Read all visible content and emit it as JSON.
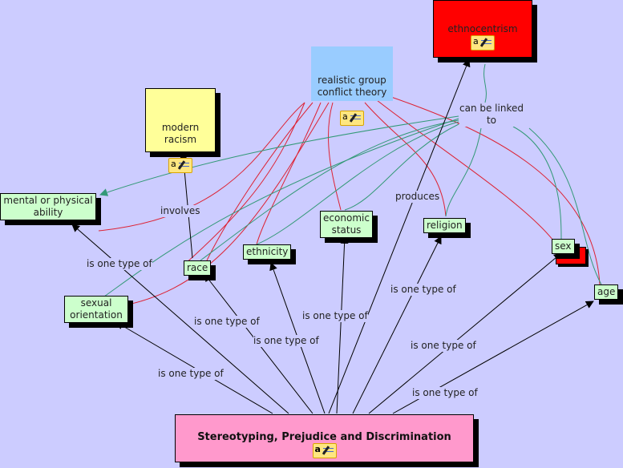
{
  "concept_map": {
    "nodes": {
      "main": "Stereotyping, Prejudice and Discrimination",
      "ethnocentrism": "ethnocentrism",
      "realistic": "realistic group\nconflict theory",
      "modern_racism": "modern\nracism",
      "mental": "mental or physical\nability",
      "race": "race",
      "ethnicity": "ethnicity",
      "economic": "economic\nstatus",
      "religion": "religion",
      "sex": "sex",
      "age": "age",
      "sexual": "sexual\norientation"
    },
    "links": {
      "can_be_linked": "can be linked\nto",
      "involves": "involves",
      "produces": "produces",
      "type": "is one type of"
    },
    "icon": "annotation-note-icon",
    "colors": {
      "background": "#ccccff",
      "main": "#ff99cc",
      "ethnocentrism": "#ff0000",
      "realistic": "#99ccff",
      "modern_racism": "#ffff99",
      "category": "#ccffcc",
      "red_link": "#dd2233",
      "green_link": "#339977"
    }
  }
}
